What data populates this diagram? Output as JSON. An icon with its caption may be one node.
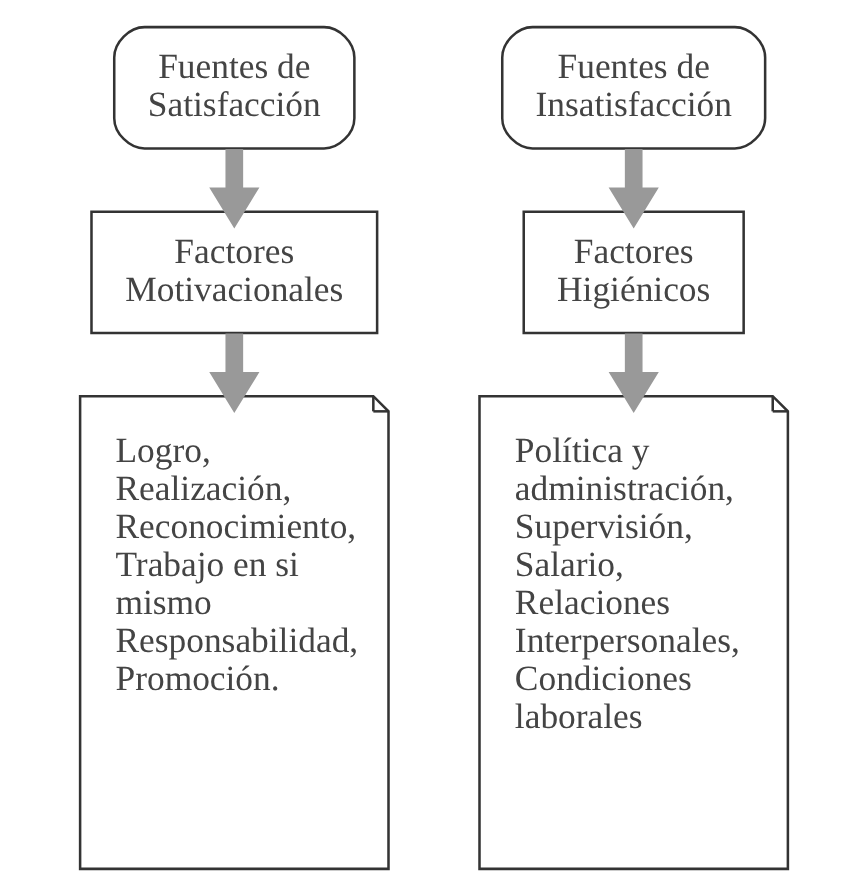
{
  "diagram": {
    "nodes": [
      {
        "text": [
          "Fuentes de Satisfacción"
        ]
      },
      {
        "text": [
          "Fuentes de Insatisfacción"
        ]
      },
      {
        "text": [
          "Factores Motivacionales"
        ]
      },
      {
        "text": [
          "Factores Higiénicos"
        ]
      },
      {
        "text": [
          "Logro, Realización, Reconocimiento, Trabajo en si mismo Responsabilidad, Promoción."
        ]
      },
      {
        "text": [
          "Política y administración, Supervisión, Salario, Relaciones Interpersonales, Condiciones laborales"
        ]
      }
    ],
    "edges": [
      {
        "from": 0,
        "to": 2,
        "arrow": "to"
      },
      {
        "from": 1,
        "to": 3,
        "arrow": "to"
      },
      {
        "from": 2,
        "to": 4,
        "arrow": "to"
      },
      {
        "from": 3,
        "to": 5,
        "arrow": "to"
      }
    ]
  }
}
